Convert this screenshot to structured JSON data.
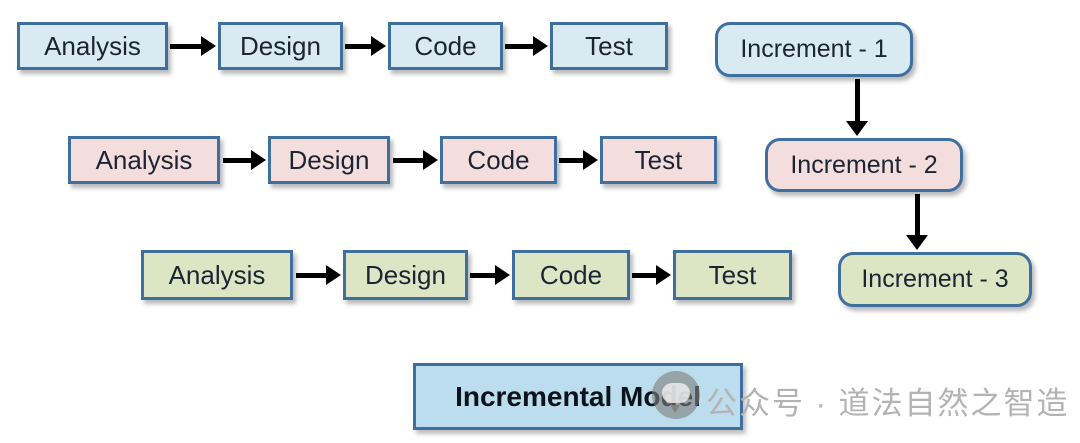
{
  "diagram": {
    "title_box": {
      "label": "Incremental Model"
    },
    "rows": [
      {
        "theme": "blue",
        "steps": [
          "Analysis",
          "Design",
          "Code",
          "Test"
        ],
        "increment": "Increment - 1"
      },
      {
        "theme": "pink",
        "steps": [
          "Analysis",
          "Design",
          "Code",
          "Test"
        ],
        "increment": "Increment - 2"
      },
      {
        "theme": "green",
        "steps": [
          "Analysis",
          "Design",
          "Code",
          "Test"
        ],
        "increment": "Increment - 3"
      }
    ],
    "connectors": {
      "horizontal": "arrow-right-icon",
      "vertical": "arrow-down-icon"
    }
  },
  "colors": {
    "blue_fill": "#d9eaf3",
    "pink_fill": "#f4dedd",
    "green_fill": "#dce6c4",
    "title_fill": "#bcdded",
    "border": "#3f6f9f",
    "arrow": "#000000",
    "wm_color": "#b3b3b3"
  },
  "watermark": {
    "logo": "wechat-official-account-icon",
    "text": "公众号 · 道法自然之智造"
  }
}
